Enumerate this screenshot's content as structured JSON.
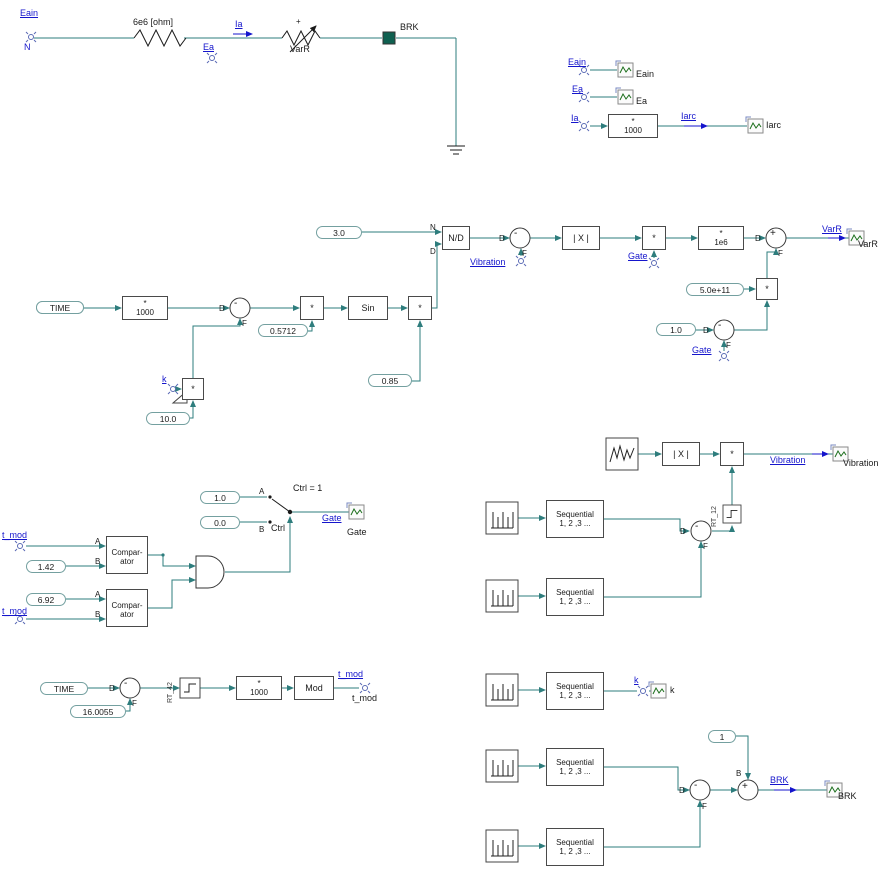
{
  "colors": {
    "wire": "#2e7d7d",
    "blue": "#1515cc",
    "ink": "#1a1a1a",
    "breaker_fill": "#0f6050"
  },
  "signals": {
    "eain": "Eain",
    "n": "N",
    "ea": "Ea",
    "ia": "Ia",
    "iarc": "Iarc",
    "varr": "VarR",
    "brk": "BRK",
    "gate": "Gate",
    "vibration": "Vibration",
    "t_mod": "t_mod",
    "k": "k"
  },
  "ports": {
    "d": "D",
    "f": "F",
    "n": "N",
    "a": "A",
    "b": "B",
    "ctrl": "Ctrl",
    "minus": "-",
    "plus": "+",
    "mult": "*"
  },
  "blocks": {
    "nd": "N/D",
    "abs": "| X |",
    "sin": "Sin",
    "mod": "Mod",
    "gain1000": "1000",
    "gain1e6": "1e6",
    "seq_top": "Sequential",
    "seq_bot": "1, 2 ,3 ...",
    "comp_top": "Compar-",
    "comp_bot": "ator",
    "rt42": "RT_42",
    "rt12": "RT_12"
  },
  "consts": {
    "c3_0": "3.0",
    "c5e11": "5.0e+11",
    "c1_0": "1.0",
    "c0_0": "0.0",
    "c0_5712": "0.5712",
    "c0_85": "0.85",
    "c10_0": "10.0",
    "c1_42": "1.42",
    "c6_92": "6.92",
    "c16_0055": "16.0055",
    "one": "1"
  },
  "texts": {
    "resistor": "6e6 [ohm]",
    "ctrl_eq": "Ctrl = 1"
  }
}
